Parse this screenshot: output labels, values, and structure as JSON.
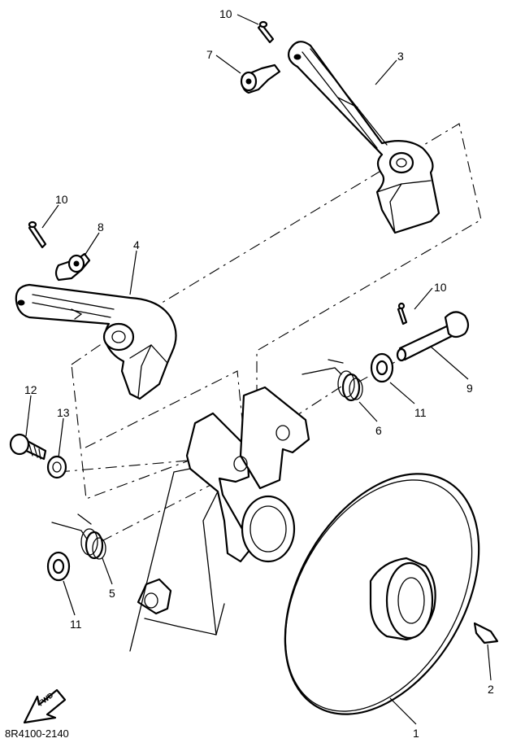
{
  "diagram": {
    "code": "8R4100-2140",
    "arrow_label": "FWD",
    "callouts": {
      "p1": "1",
      "p2": "2",
      "p3": "3",
      "p4": "4",
      "p5": "5",
      "p6": "6",
      "p7": "7",
      "p8": "8",
      "p9": "9",
      "p10a": "10",
      "p10b": "10",
      "p10c": "10",
      "p11a": "11",
      "p11b": "11",
      "p12": "12",
      "p13": "13"
    }
  }
}
